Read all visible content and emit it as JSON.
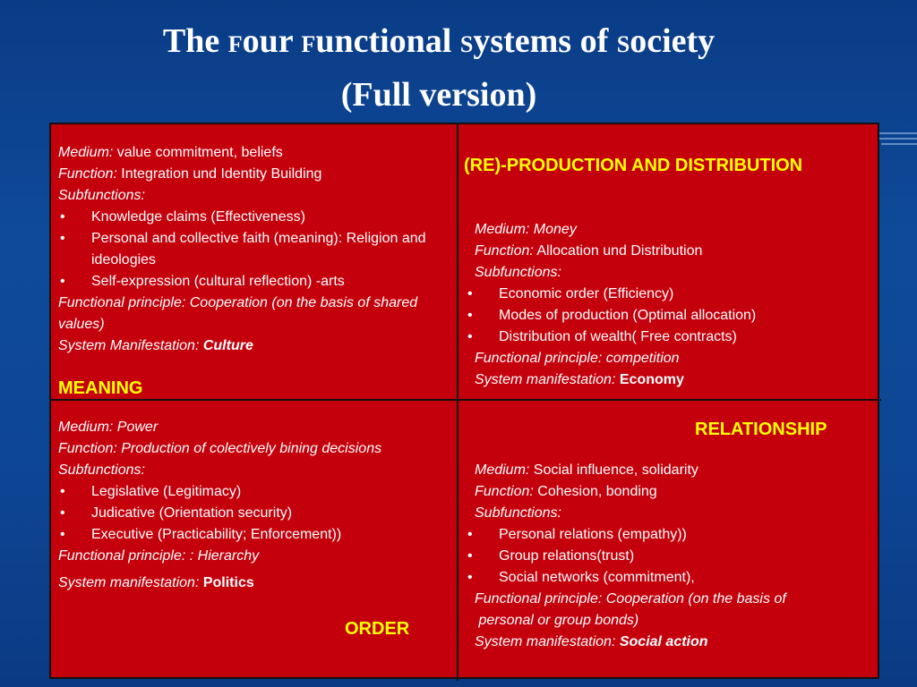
{
  "slide": {
    "title_line1_parts": [
      "The ",
      "F",
      "our ",
      "F",
      "unctional ",
      "S",
      "ystems of ",
      "S",
      "ociety"
    ],
    "title_line2": "(Full version)"
  },
  "cells": {
    "meaning": {
      "medium_label": "Medium:",
      "medium_value": " value commitment, beliefs",
      "function_label": "Function:",
      "function_value": " Integration und Identity Building",
      "subfunctions_label": "Subfunctions:",
      "items": [
        "Knowledge claims (Effectiveness)",
        "Personal and collective faith (meaning): Religion and ideologies",
        "Self-expression (cultural reflection) -arts"
      ],
      "principle": "Functional principle: Cooperation  (on the basis of shared values)",
      "manifestation_label": "System Manifestation: ",
      "manifestation_value": "Culture",
      "heading": "MEANING"
    },
    "production": {
      "heading": " (RE)-PRODUCTION AND DISTRIBUTION",
      "medium": "Medium: Money",
      "function_label": "Function:",
      "function_value": " Allocation und Distribution",
      "subfunctions_label": "Subfunctions:",
      "items": [
        "Economic order (Efficiency)",
        "Modes of production (Optimal allocation)",
        "Distribution of wealth( Free contracts)"
      ],
      "principle": "Functional principle: competition",
      "manifestation_label": "System manifestation:  ",
      "manifestation_value": "Economy"
    },
    "order": {
      "medium": "Medium: Power",
      "function": "Function: Production of colectively bining decisions",
      "subfunctions_label": "Subfunctions:",
      "items": [
        "Legislative (Legitimacy)",
        "Judicative (Orientation security)",
        "Executive (Practicability; Enforcement))"
      ],
      "principle": "Functional principle: :  Hierarchy",
      "manifestation_label": "System manifestation: ",
      "manifestation_value": "Politics",
      "heading": "ORDER"
    },
    "relationship": {
      "heading": "RELATIONSHIP",
      "medium_label": "Medium:",
      "medium_value": " Social influence, solidarity",
      "function_label": "Function:",
      "function_value": " Cohesion, bonding",
      "subfunctions_label": "Subfunctions:",
      "items": [
        "Personal relations (empathy))",
        "Group relations(trust)",
        "Social networks (commitment),"
      ],
      "principle_line1": "Functional principle: Cooperation (on the basis of",
      "principle_line2": " personal or group bonds)",
      "manifestation_label": "System manifestation: ",
      "manifestation_value": "Social action"
    }
  },
  "colors": {
    "background": "#0f4a9a",
    "cell": "#c4000c",
    "accent": "#ffff00",
    "text": "#ffffff"
  }
}
